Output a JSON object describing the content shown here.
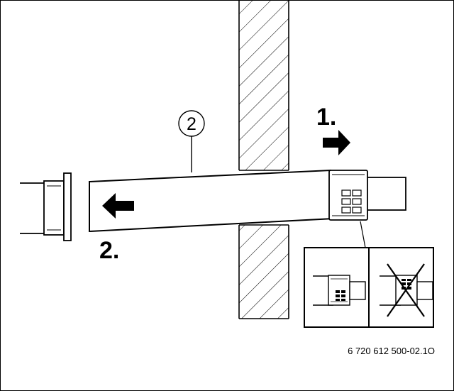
{
  "diagram": {
    "callout_number": "2",
    "step_one_label": "1.",
    "step_two_label": "2.",
    "figure_code": "6 720 612 500-02.1O"
  }
}
